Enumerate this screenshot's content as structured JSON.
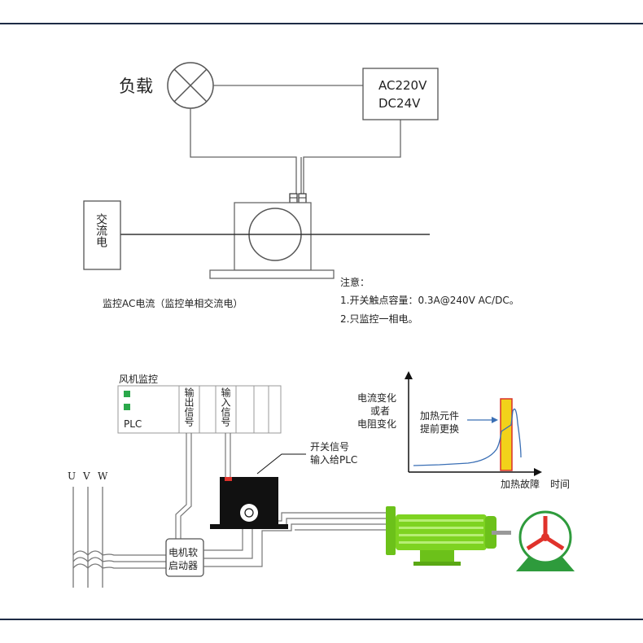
{
  "top_diagram": {
    "load_label": "负载",
    "power_line1": "AC220V",
    "power_line2": "DC24V",
    "ac_box_label": "交流电",
    "caption": "监控AC电流（监控单相交流电）",
    "notes_title": "注意：",
    "note1": "1.开关触点容量：0.3A@240V AC/DC。",
    "note2": "2.只监控一相电。"
  },
  "bottom_diagram": {
    "fan_monitor_title": "风机监控",
    "plc_label": "PLC",
    "output_signal": "输出信号",
    "input_signal": "输入信号",
    "switch_signal_line1": "开关信号",
    "switch_signal_line2": "输入给PLC",
    "phase_labels": [
      "U",
      "V",
      "W"
    ],
    "soft_starter_line1": "电机软",
    "soft_starter_line2": "启动器",
    "chart_ylabel_line1": "电流变化",
    "chart_ylabel_line2": "或者",
    "chart_ylabel_line3": "电阻变化",
    "chart_annotation_line1": "加热元件",
    "chart_annotation_line2": "提前更换",
    "chart_xlabel_fault": "加热故障",
    "chart_xlabel_time": "时间"
  },
  "colors": {
    "frame": "#1d2b45",
    "motor_green": "#7ed321",
    "fan_green": "#2e9b3c",
    "fan_red": "#e0322b",
    "plc_led": "#2aa84a",
    "chart_curve": "#3a6fb5",
    "chart_bar_fill": "#f2d21a",
    "chart_bar_border": "#d9302a",
    "ct_black": "#111111"
  }
}
